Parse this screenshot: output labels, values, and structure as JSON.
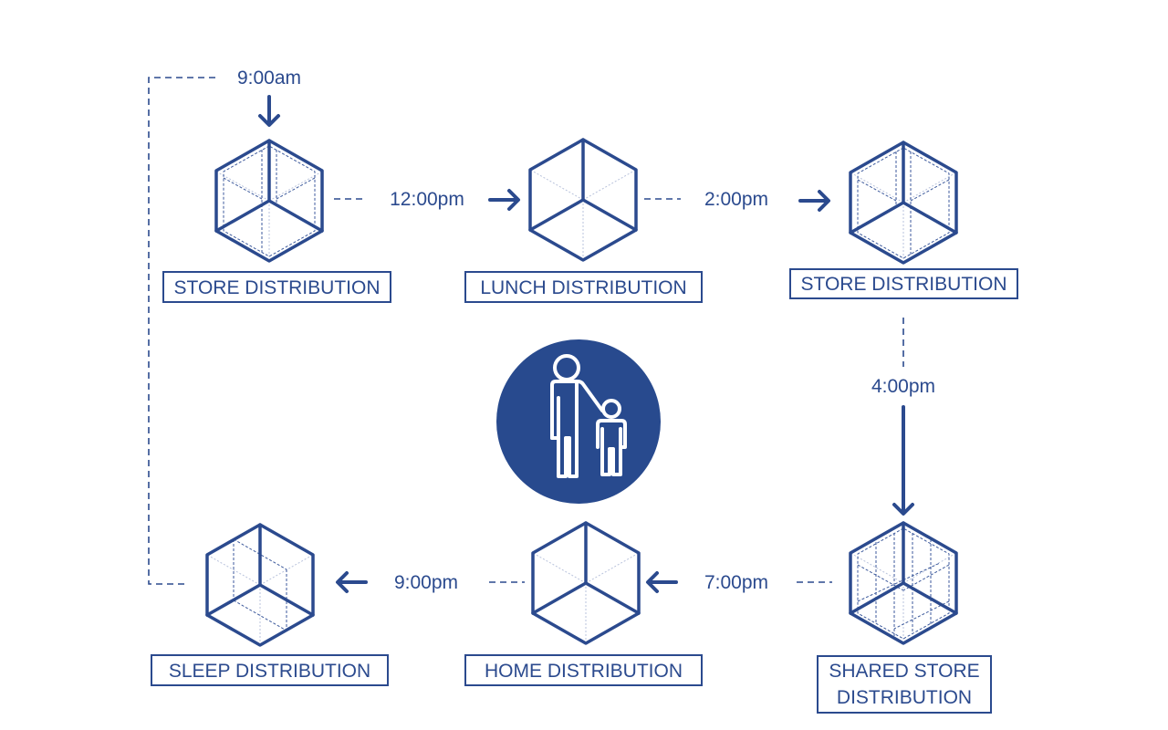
{
  "diagram": {
    "accent_color": "#2b4a8e",
    "center_icon": "parent-and-child-icon",
    "nodes": [
      {
        "label": "STORE DISTRIBUTION",
        "cube_style": "inner-box"
      },
      {
        "label": "LUNCH DISTRIBUTION",
        "cube_style": "plain"
      },
      {
        "label": "STORE DISTRIBUTION",
        "cube_style": "inner-box"
      },
      {
        "label_line1": "SHARED STORE",
        "label_line2": "DISTRIBUTION",
        "cube_style": "multi-box"
      },
      {
        "label": "HOME DISTRIBUTION",
        "cube_style": "plain"
      },
      {
        "label": "SLEEP DISTRIBUTION",
        "cube_style": "partial-box"
      }
    ],
    "times": {
      "start": "9:00am",
      "t1": "12:00pm",
      "t2": "2:00pm",
      "t3": "4:00pm",
      "t4": "7:00pm",
      "t5": "9:00pm"
    }
  }
}
